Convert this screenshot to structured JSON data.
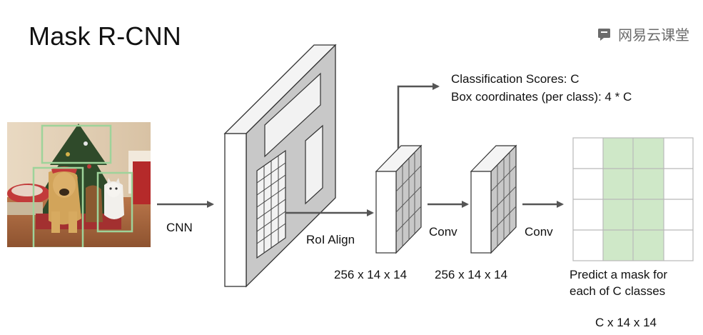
{
  "title": "Mask R-CNN",
  "watermark": "网易云课堂",
  "labels": {
    "cnn": "CNN",
    "roi_align": "RoI Align",
    "conv1": "Conv",
    "conv2": "Conv",
    "dim_roi": "256 x 14 x 14",
    "dim_conv": "256 x 14 x 14",
    "classification_scores": "Classification Scores: C",
    "box_coordinates": "Box coordinates (per class): 4 * C",
    "predict_line1": "Predict a mask for",
    "predict_line2": "each of C classes",
    "dim_mask": "C x 14 x 14"
  },
  "colors": {
    "detection_box": "#9ed39a",
    "mask_highlight": "#cfe8c8",
    "feature_map_face": "#c8c8c8",
    "arrow": "#555555"
  }
}
